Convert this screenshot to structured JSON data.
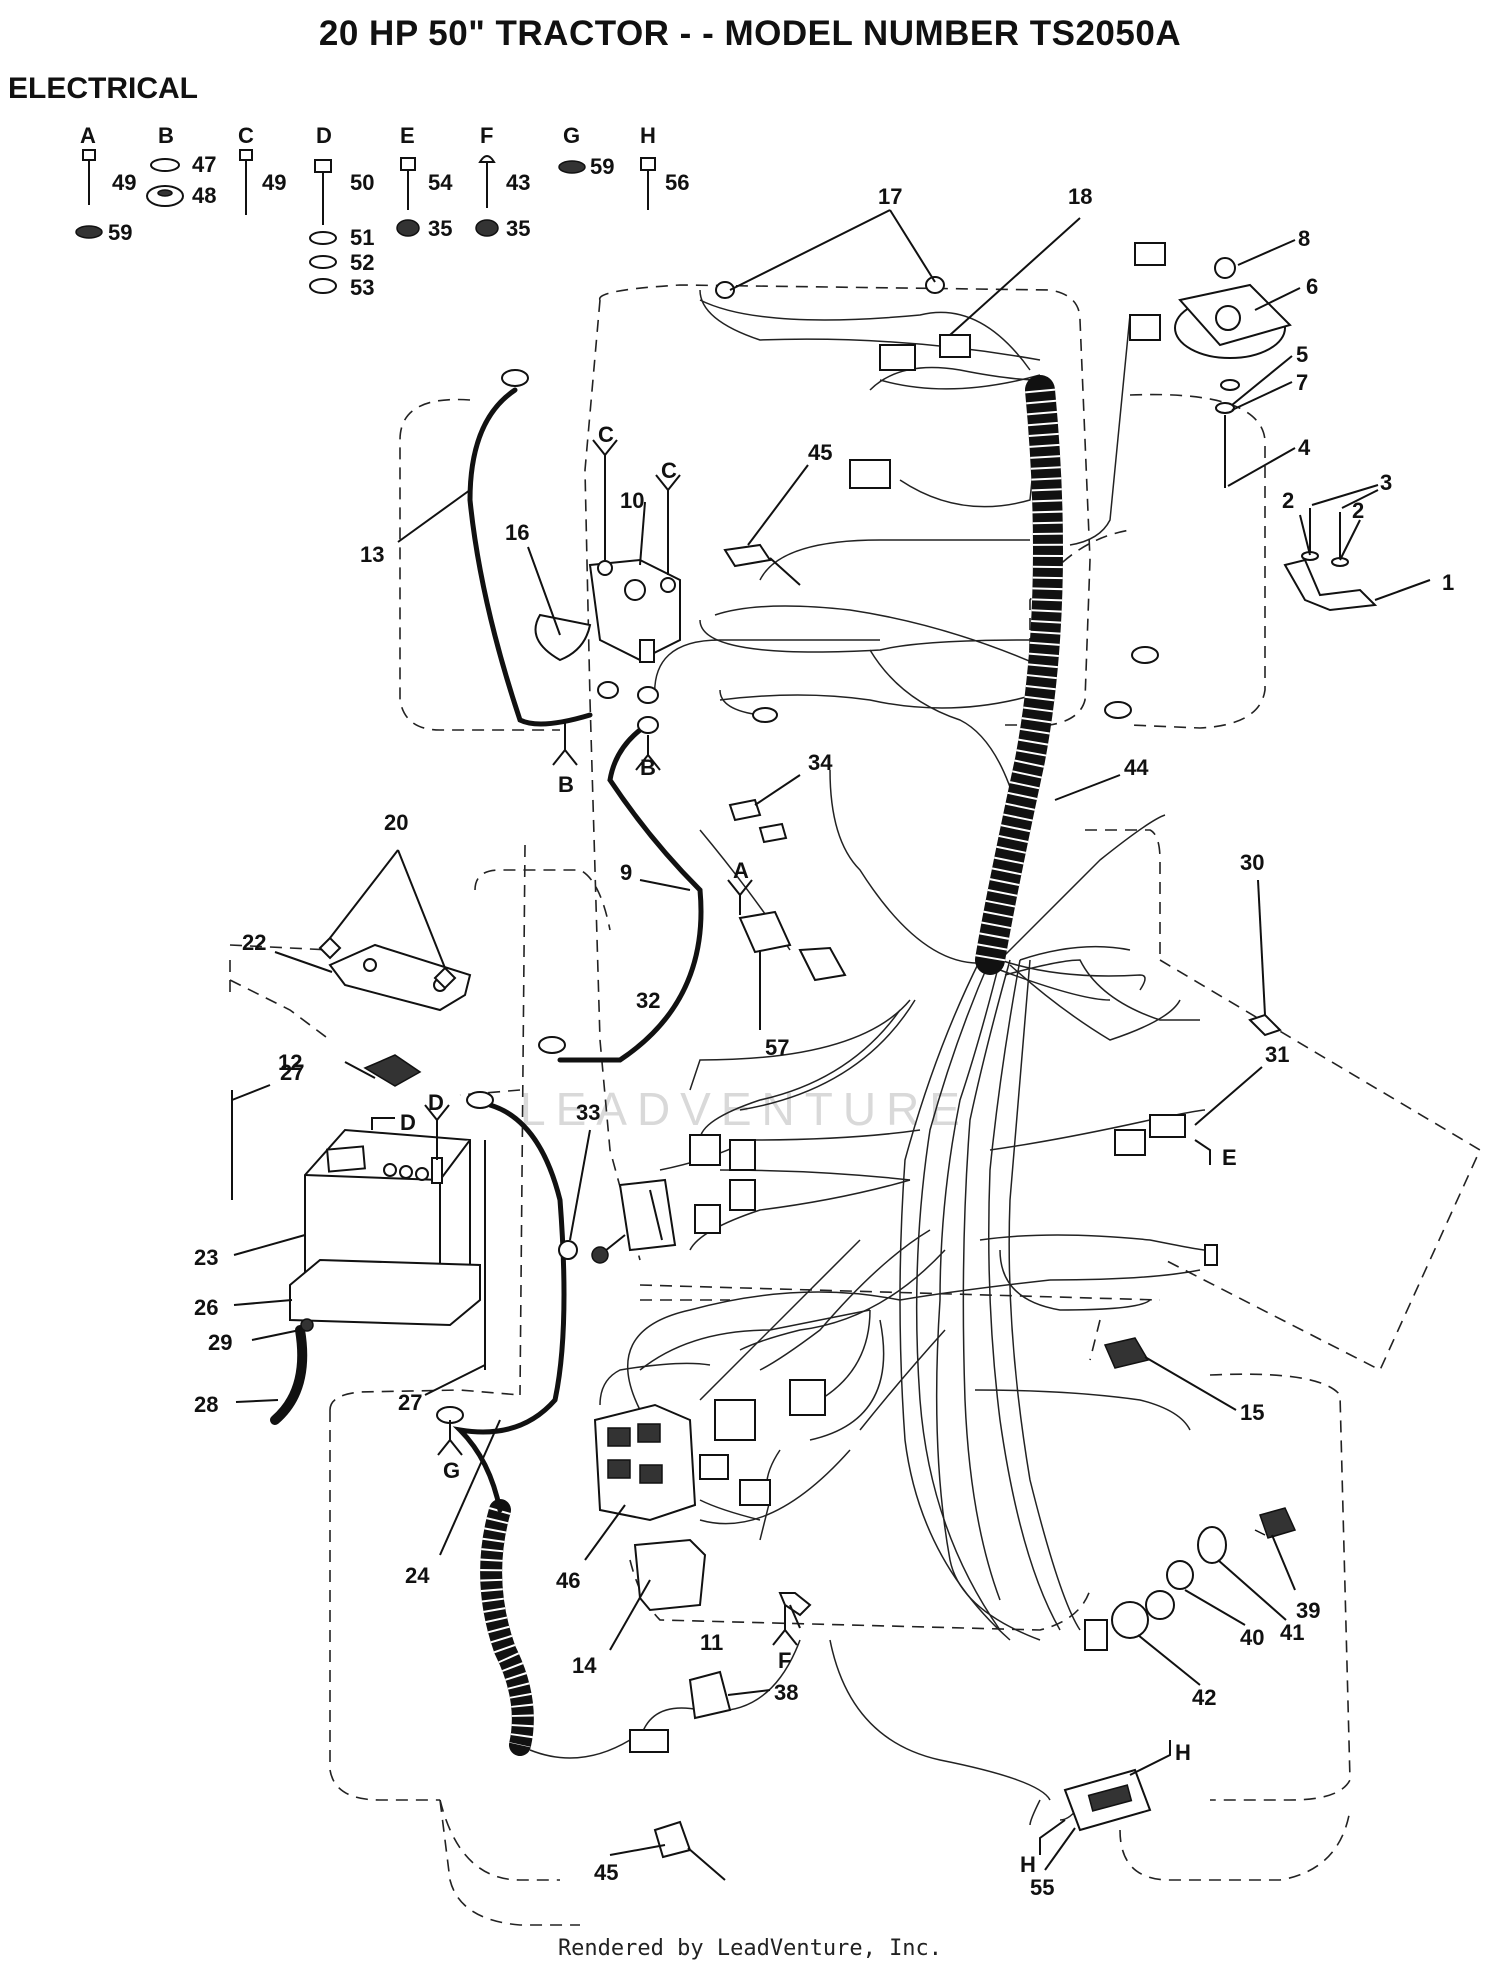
{
  "title": "20 HP 50\" TRACTOR - - MODEL NUMBER TS2050A",
  "section": "ELECTRICAL",
  "footer": "Rendered by LeadVenture, Inc.",
  "watermark": "LEADVENTURE",
  "hardware_legend": [
    {
      "key": "A",
      "parts": [
        "49",
        "59"
      ]
    },
    {
      "key": "B",
      "parts": [
        "47",
        "48"
      ]
    },
    {
      "key": "C",
      "parts": [
        "49"
      ]
    },
    {
      "key": "D",
      "parts": [
        "50",
        "51",
        "52",
        "53"
      ]
    },
    {
      "key": "E",
      "parts": [
        "54",
        "35"
      ]
    },
    {
      "key": "F",
      "parts": [
        "43",
        "35"
      ]
    },
    {
      "key": "G",
      "parts": [
        "59"
      ]
    },
    {
      "key": "H",
      "parts": [
        "56"
      ]
    }
  ],
  "callouts": [
    "1",
    "2",
    "2",
    "3",
    "4",
    "5",
    "6",
    "7",
    "8",
    "9",
    "10",
    "11",
    "12",
    "13",
    "14",
    "15",
    "16",
    "17",
    "18",
    "20",
    "22",
    "23",
    "24",
    "26",
    "27",
    "27",
    "28",
    "29",
    "30",
    "31",
    "32",
    "33",
    "34",
    "38",
    "39",
    "40",
    "41",
    "42",
    "44",
    "45",
    "45",
    "46",
    "55",
    "57"
  ],
  "connection_letters": [
    "A",
    "B",
    "B",
    "C",
    "C",
    "D",
    "D",
    "E",
    "F",
    "G",
    "H",
    "H"
  ]
}
